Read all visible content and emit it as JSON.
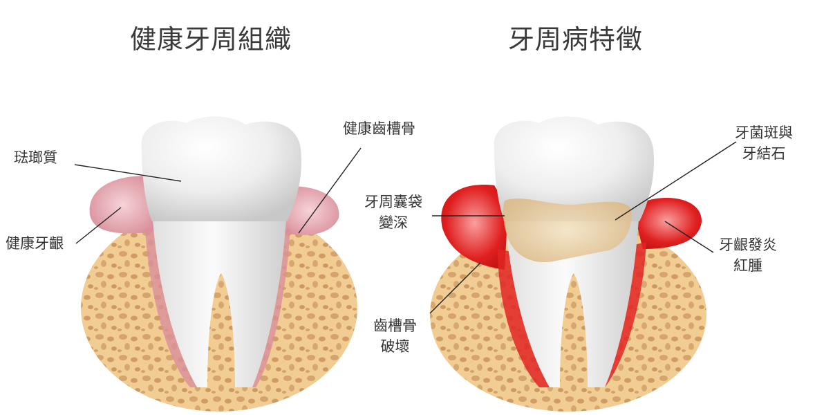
{
  "left_panel": {
    "title": "健康牙周組織",
    "labels": {
      "enamel": "琺瑯質",
      "healthy_gum": "健康牙齦",
      "healthy_bone": "健康齒槽骨"
    }
  },
  "right_panel": {
    "title": "牙周病特徵",
    "labels": {
      "plaque_line1": "牙菌斑與",
      "plaque_line2": "牙結石",
      "pocket_line1": "牙周囊袋",
      "pocket_line2": "變深",
      "gum_line1": "牙齦發炎",
      "gum_line2": "紅腫",
      "bone_line1": "齒槽骨",
      "bone_line2": "破壞"
    }
  },
  "colors": {
    "bone": "#f1cd94",
    "bone_pore": "#c8935a",
    "gum_healthy": "#e7aab3",
    "gum_inflamed": "#e22424",
    "tooth": "#f2f2f2",
    "plaque": "#e8c99a"
  }
}
